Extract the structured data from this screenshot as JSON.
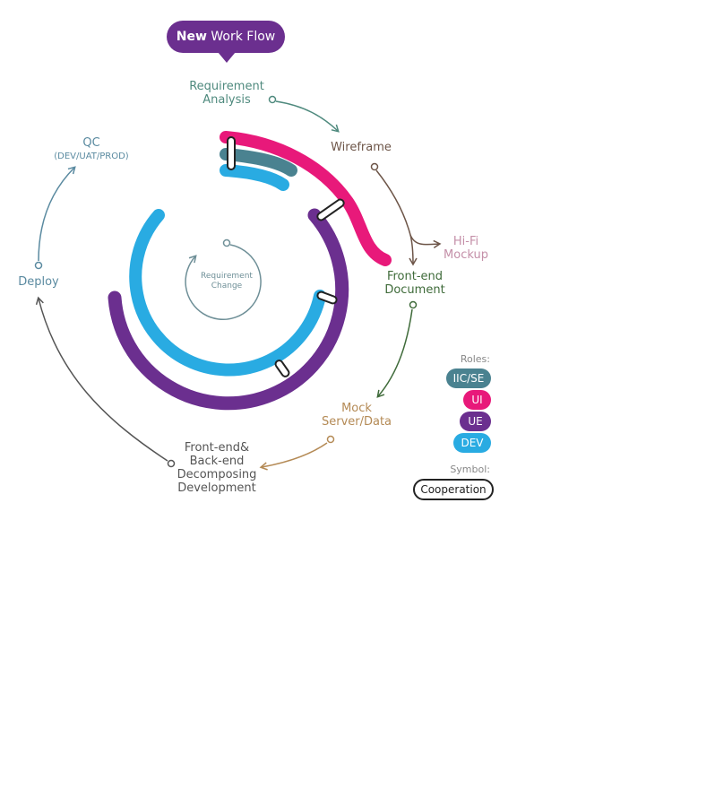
{
  "title": {
    "bold": "New",
    "rest": " Work Flow"
  },
  "steps": {
    "requirement_analysis": [
      "Requirement",
      "Analysis"
    ],
    "wireframe": [
      "Wireframe"
    ],
    "hifi_mockup": [
      "Hi-Fi",
      "Mockup"
    ],
    "frontend_document": [
      "Front-end",
      "Document"
    ],
    "mock_server": [
      "Mock",
      "Server/Data"
    ],
    "decomposing": [
      "Front-end&",
      "Back-end",
      "Decomposing",
      "Development"
    ],
    "deploy": [
      "Deploy"
    ],
    "qc": [
      "QC"
    ],
    "qc_sub": [
      "(DEV/UAT/PROD)"
    ],
    "requirement_change": [
      "Requirement",
      "Change"
    ]
  },
  "legend": {
    "roles_label": "Roles:",
    "roles": [
      {
        "name": "IIC/SE",
        "color": "#4a8290"
      },
      {
        "name": "UI",
        "color": "#e8197a"
      },
      {
        "name": "UE",
        "color": "#6b2f8f"
      },
      {
        "name": "DEV",
        "color": "#29abe2"
      }
    ],
    "symbol_label": "Symbol:",
    "symbol": "Cooperation"
  },
  "colors": {
    "analysis": "#4f8a7e",
    "wireframe": "#6d5548",
    "hifi": "#c48fa8",
    "frontend_doc": "#3f6b3a",
    "mock": "#b48a55",
    "decomp": "#555555",
    "deploy": "#5a8aa0",
    "change": "#6e8f97"
  }
}
